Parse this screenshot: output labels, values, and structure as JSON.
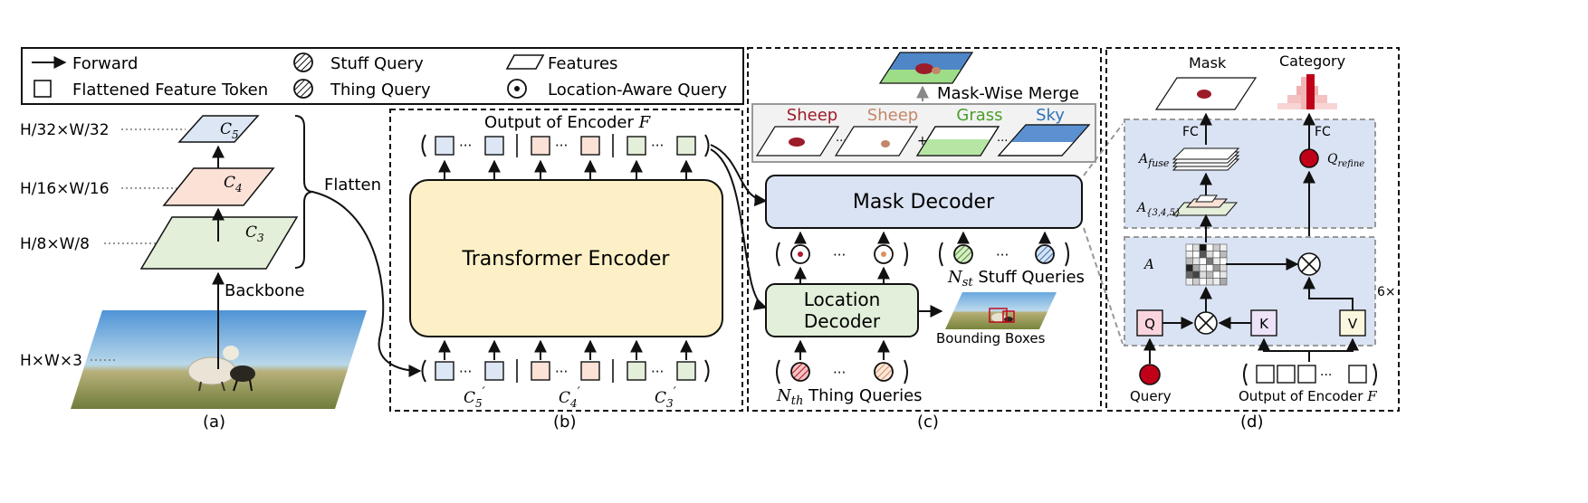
{
  "legend": {
    "forward": "Forward",
    "flattened_token": "Flattened Feature Token",
    "stuff_query": "Stuff Query",
    "thing_query": "Thing Query",
    "features": "Features",
    "location_aware_query": "Location-Aware Query"
  },
  "panel_a": {
    "res_c5": "H/32×W/32",
    "res_c4": "H/16×W/16",
    "res_c3": "H/8×W/8",
    "res_input": "H×W×3",
    "c5": "C",
    "c5_sub": "5",
    "c4": "C",
    "c4_sub": "4",
    "c3": "C",
    "c3_sub": "3",
    "flatten": "Flatten",
    "backbone": "Backbone",
    "caption": "(a)"
  },
  "panel_b": {
    "output_label": "Output of Encoder ",
    "output_var": "F",
    "encoder": "Transformer Encoder",
    "c5p": "C",
    "c5p_sub": "5",
    "c5p_prime": "′",
    "c4p": "C",
    "c4p_sub": "4",
    "c4p_prime": "′",
    "c3p": "C",
    "c3p_sub": "3",
    "c3p_prime": "′",
    "ellipsis": "···",
    "caption": "(b)"
  },
  "panel_c": {
    "merge": "Mask-Wise Merge",
    "masks": [
      "Sheep",
      "Sheep",
      "Grass",
      "Sky"
    ],
    "mask_colors": [
      "#9c1c2a",
      "#c2876a",
      "#4a9e2a",
      "#2f72b8"
    ],
    "mask_decoder": "Mask Decoder",
    "location_decoder_1": "Location",
    "location_decoder_2": "Decoder",
    "bounding_boxes": "Bounding Boxes",
    "stuff_n": "N",
    "stuff_sub": "st",
    "stuff_text": " Stuff Queries",
    "thing_n": "N",
    "thing_sub": "th",
    "thing_text": " Thing Queries",
    "ellipsis": "···",
    "plus": "+",
    "caption": "(c)"
  },
  "panel_d": {
    "mask": "Mask",
    "category": "Category",
    "fc_left": "FC",
    "fc_right": "FC",
    "a_fuse": "A",
    "a_fuse_sub": "fuse",
    "a_multi": "A",
    "a_multi_sub": "{3,4,5}",
    "q_refine": "Q",
    "q_refine_sub": "refine",
    "a": "A",
    "q": "Q",
    "k": "K",
    "v": "V",
    "repeat": "6×",
    "query": "Query",
    "output_label": "Output of Encoder ",
    "output_var": "F",
    "ellipsis": "···",
    "caption": "(d)"
  },
  "colors": {
    "blue_token": "#dce6f5",
    "pink_token": "#fbe1d6",
    "green_token": "#e3efd9",
    "encoder_fill": "#fdf0c6",
    "decoder_fill": "#dae3f3",
    "location_fill": "#e2efda",
    "query_red": "#c00018",
    "panel_d_bg": "#dae3f3"
  }
}
